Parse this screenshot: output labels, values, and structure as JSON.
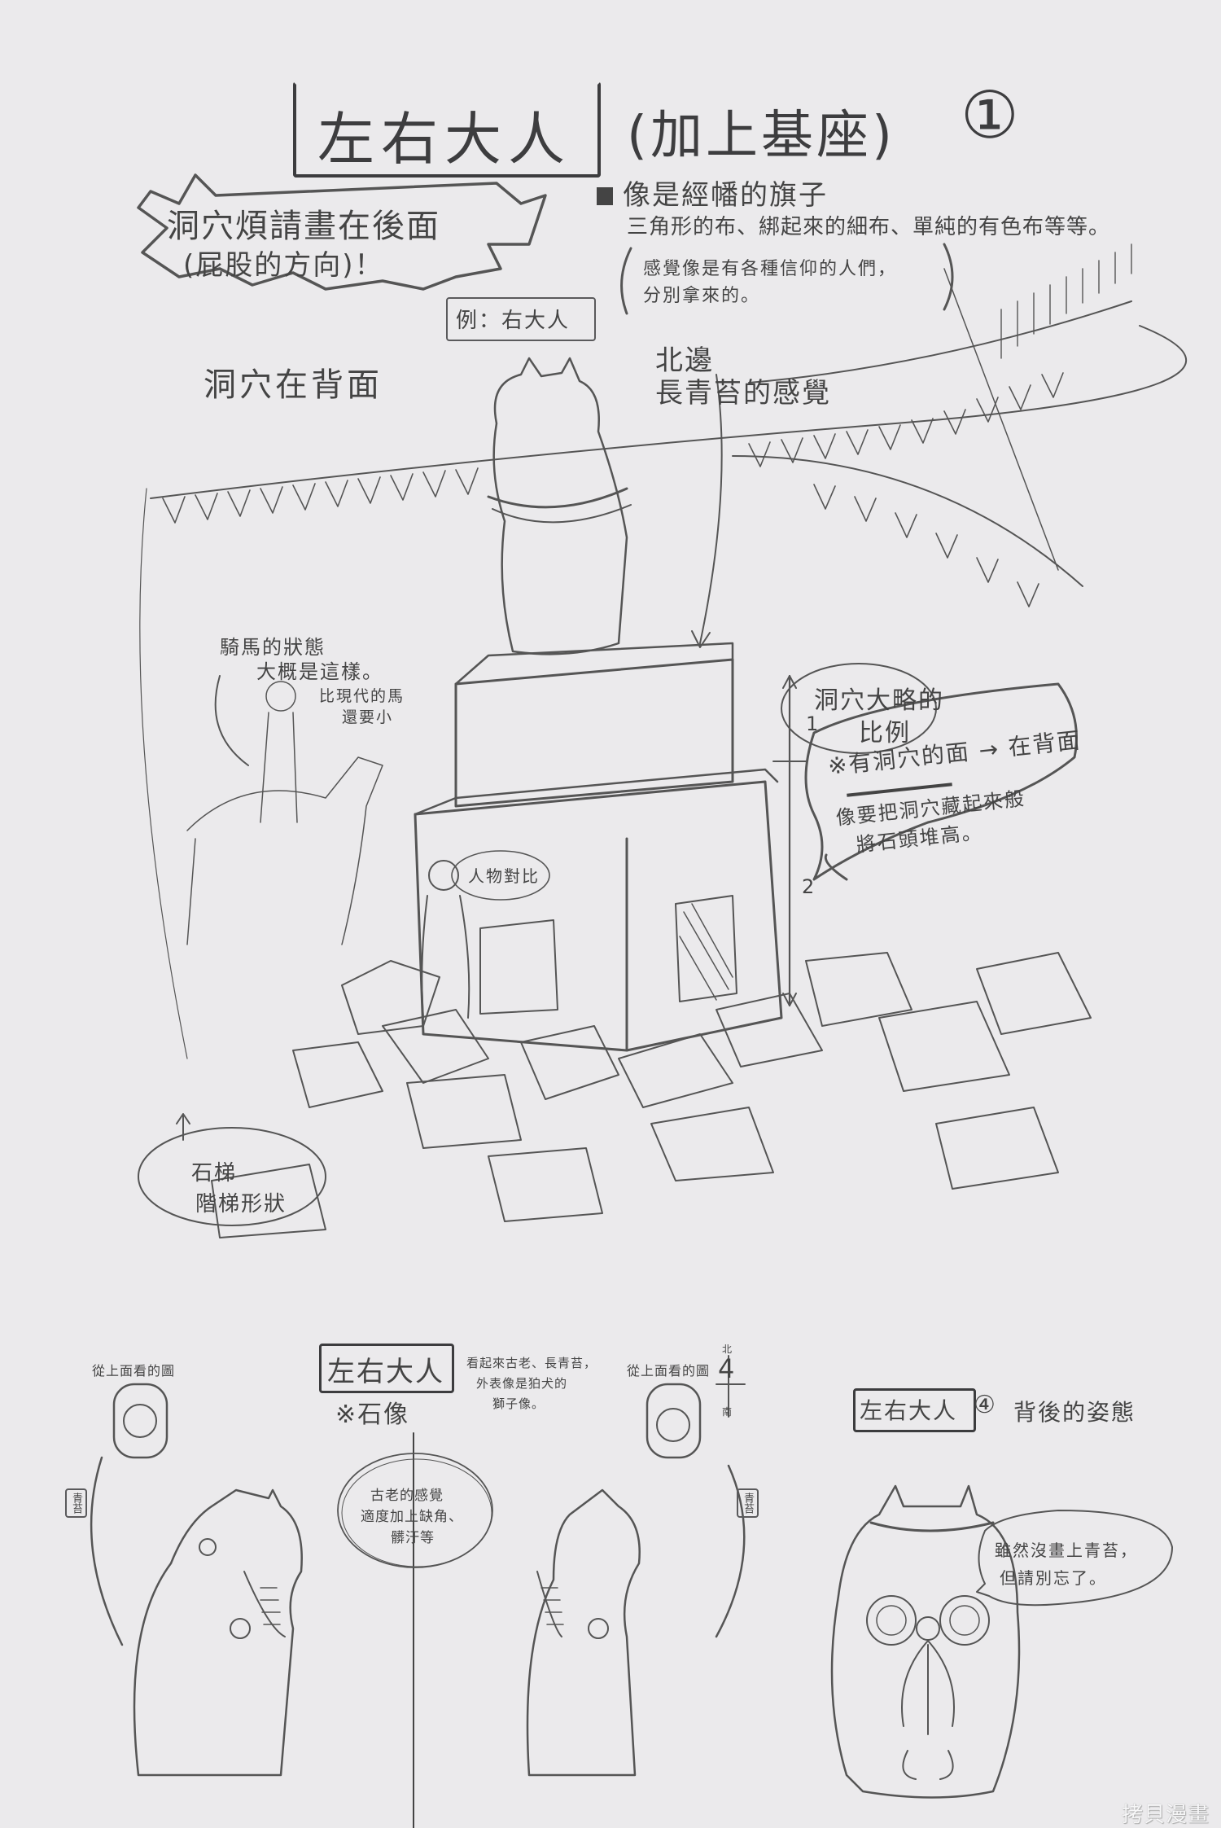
{
  "page": {
    "title": "左右大人",
    "subtitle": "(加上基座)",
    "page_number": "①"
  },
  "top_notes": {
    "burst": {
      "line1": "洞穴煩請畫在後面",
      "line2": "(屁股的方向)！"
    },
    "flags": {
      "heading": "像是經幡的旗子",
      "line1": "三角形的布、綁起來的細布、單純的有色布等等。",
      "paren_line1": "感覺像是有各種信仰的人們，",
      "paren_line2": "分別拿來的。"
    },
    "example_bubble": "例：右大人",
    "hole_back": "洞穴在背面",
    "north_moss": {
      "line1": "北邊",
      "line2": "長青苔的感覺"
    }
  },
  "scene_notes": {
    "horse": {
      "line1": "騎馬的狀態",
      "line2": "大概是這樣。",
      "paren_line1": "比現代的馬",
      "paren_line2": "還要小"
    },
    "hole_ratio": {
      "line1": "洞穴大略的",
      "line2": "比例"
    },
    "ratio_marks": [
      "1",
      "2"
    ],
    "hole_side": {
      "line1": "※有洞穴的面 → 在背面",
      "line2": "像要把洞穴藏起來般",
      "line3": "將石頭堆高。"
    },
    "person_compare": "人物對比",
    "stone_steps": {
      "line1": "石梯",
      "line2": "階梯形狀"
    }
  },
  "bottom_section": {
    "label_box": "左右大人",
    "label_sub": "※石像",
    "description": {
      "line1": "看起來古老、長青苔，",
      "line2": "外表像是狛犬的",
      "line3": "獅子像。"
    },
    "top_view_left": "從上面看的圖",
    "top_view_right": "從上面看的圖",
    "moss_tag_left": "青苔",
    "moss_tag_right": "青苔",
    "compass": {
      "north": "北",
      "number": "4",
      "south": "南"
    },
    "aged_note": {
      "line1": "古老的感覺",
      "line2": "適度加上缺角、",
      "line3": "髒汙等"
    },
    "back_view": {
      "label_box": "左右大人",
      "number": "④",
      "label": "背後的姿態",
      "note_line1": "雖然沒畫上青苔，",
      "note_line2": "但請別忘了。"
    }
  },
  "watermark": "拷貝漫畫"
}
